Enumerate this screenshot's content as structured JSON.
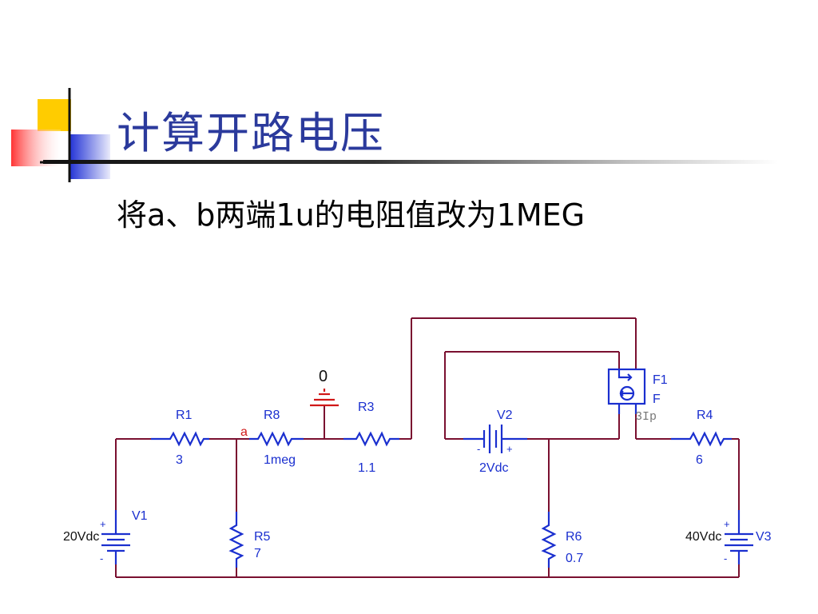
{
  "slide": {
    "title": "计算开路电压",
    "subtitle": "将a、b两端1u的电阻值改为1MEG"
  },
  "colors": {
    "title": "#2b3a9c",
    "wire": "#7a1030",
    "component": "#1a2fcf",
    "ground": "#d01818",
    "logo_yellow": "#ffcc00",
    "logo_blue": "#2636d6",
    "logo_red": "#ff4444"
  },
  "circuit": {
    "ground_label": "0",
    "node_a_label": "a",
    "R1": {
      "name": "R1",
      "value": "3"
    },
    "R8": {
      "name": "R8",
      "value": "1meg"
    },
    "R3": {
      "name": "R3",
      "value": "1.1"
    },
    "R4": {
      "name": "R4",
      "value": "6"
    },
    "R5": {
      "name": "R5",
      "value": "7"
    },
    "R6": {
      "name": "R6",
      "value": "0.7"
    },
    "V1": {
      "name": "V1",
      "value": "20Vdc"
    },
    "V2": {
      "name": "V2",
      "value": "2Vdc"
    },
    "V3": {
      "name": "V3",
      "value": "40Vdc"
    },
    "F1": {
      "name": "F1",
      "type": "F",
      "gain": "3Ip"
    },
    "plus_sign": "+",
    "minus_sign": "-"
  }
}
